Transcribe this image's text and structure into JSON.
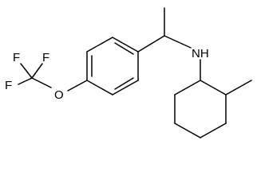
{
  "structure": {
    "atom_labels": {
      "fluorine_top_left": "F",
      "fluorine_top_center": "F",
      "fluorine_bottom": "F",
      "oxygen": "O",
      "amine": "NH"
    },
    "bond_color": "#000000",
    "background": "#ffffff"
  }
}
